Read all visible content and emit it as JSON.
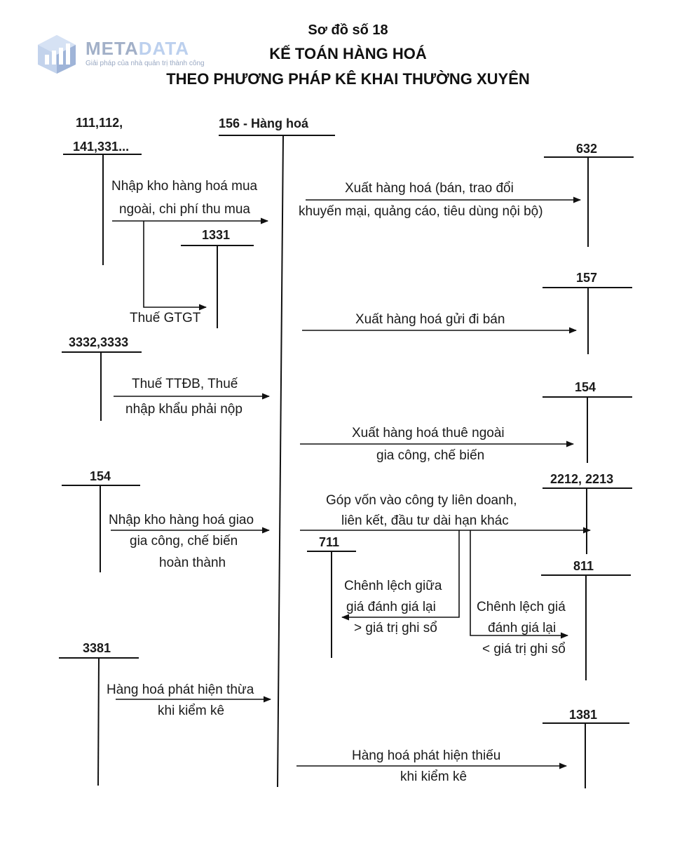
{
  "logo": {
    "part1": "META",
    "part2": "DATA",
    "tagline": "Giải pháp của nhà quản trị thành công",
    "color_dark": "#9aaac7",
    "color_light": "#b9cbe7"
  },
  "header": {
    "line1": "Sơ đồ số 18",
    "line2": "KẾ TOÁN HÀNG HOÁ",
    "line3": "THEO PHƯƠNG PHÁP KÊ KHAI THƯỜNG XUYÊN"
  },
  "accounts": {
    "acc_111": "111,112,",
    "acc_141": "141,331...",
    "acc_156": "156 - Hàng hoá",
    "acc_1331": "1331",
    "acc_3332": "3332,3333",
    "acc_154_left": "154",
    "acc_3381": "3381",
    "acc_632": "632",
    "acc_157": "157",
    "acc_154_right": "154",
    "acc_2212": "2212, 2213",
    "acc_711": "711",
    "acc_811": "811",
    "acc_1381": "1381"
  },
  "entries": {
    "nhap_mua_1": "Nhập kho hàng hoá mua",
    "nhap_mua_2": "ngoài, chi phí thu mua",
    "thue_gtgt": "Thuế GTGT",
    "thue_ttdb_1": "Thuế TTĐB, Thuế",
    "thue_ttdb_2": "nhập khẩu phải nộp",
    "nhap_gc_1": "Nhập kho hàng hoá giao",
    "nhap_gc_2": "gia công, chế biến",
    "nhap_gc_3": "hoàn thành",
    "thua_1": "Hàng hoá phát hiện thừa",
    "thua_2": "khi kiểm kê",
    "xuat_ban_1": "Xuất hàng hoá (bán, trao đổi",
    "xuat_ban_2": "khuyến mại, quảng cáo, tiêu dùng nội bộ)",
    "gui_ban": "Xuất hàng hoá gửi đi bán",
    "thue_ngoai_1": "Xuất hàng hoá thuê ngoài",
    "thue_ngoai_2": "gia công, chế biến",
    "gop_von_1": "Góp vốn vào công ty liên doanh,",
    "gop_von_2": "liên kết, đầu tư dài hạn khác",
    "cl_711_1": "Chênh lệch giữa",
    "cl_711_2": "giá đánh giá lại",
    "cl_711_3": "> giá trị ghi  sổ",
    "cl_811_1": "Chênh lệch giá",
    "cl_811_2": "đánh giá lại",
    "cl_811_3": "< giá trị ghi sổ",
    "thieu_1": "Hàng hoá phát hiện thiếu",
    "thieu_2": "khi kiểm kê"
  }
}
